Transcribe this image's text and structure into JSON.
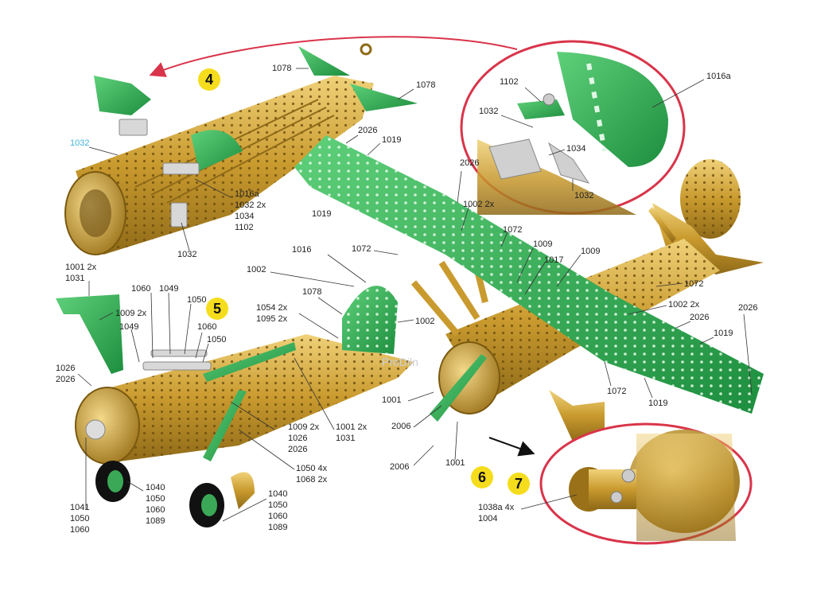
{
  "steps": [
    "4",
    "5",
    "6",
    "7"
  ],
  "watermark": "ProDiln",
  "colors": {
    "gold": "#c99a2e",
    "gold_light": "#e4bf5c",
    "gold_dark": "#8f6a18",
    "green": "#2fae4a",
    "green_dark": "#17803a",
    "callout_red": "#d9344a",
    "step_badge": "#f5dd1d"
  },
  "step4": {
    "labels": [
      "1078",
      "1078",
      "1032",
      "1016a",
      "1032 2x",
      "1034",
      "1102",
      "1032"
    ]
  },
  "zoom_inset_top": {
    "labels": [
      "1102",
      "1016a",
      "1032",
      "1034",
      "1032"
    ]
  },
  "wing_assembly": {
    "labels": [
      "2026",
      "1019",
      "1019",
      "2026",
      "1002 2x",
      "1072",
      "1072",
      "1009",
      "1017",
      "1009",
      "1072",
      "1002 2x",
      "2026",
      "2026",
      "1019",
      "1072",
      "1019",
      "1002",
      "1016",
      "1078",
      "1054 2x",
      "1095 2x"
    ]
  },
  "step5": {
    "labels": [
      "1001 2x",
      "1031",
      "1060",
      "1049",
      "1050",
      "1009 2x",
      "1049",
      "1060",
      "1050",
      "1026",
      "2026",
      "1009 2x",
      "1026",
      "2026",
      "1001 2x",
      "1031",
      "1050 4x",
      "1068 2x",
      "1040",
      "1050",
      "1060",
      "1089",
      "1041",
      "1050",
      "1060",
      "1040",
      "1050",
      "1060",
      "1089"
    ]
  },
  "step6": {
    "labels": [
      "1001",
      "2006",
      "2006",
      "1001"
    ]
  },
  "zoom_inset_bottom": {
    "labels": [
      "1038a 4x",
      "1004"
    ]
  }
}
